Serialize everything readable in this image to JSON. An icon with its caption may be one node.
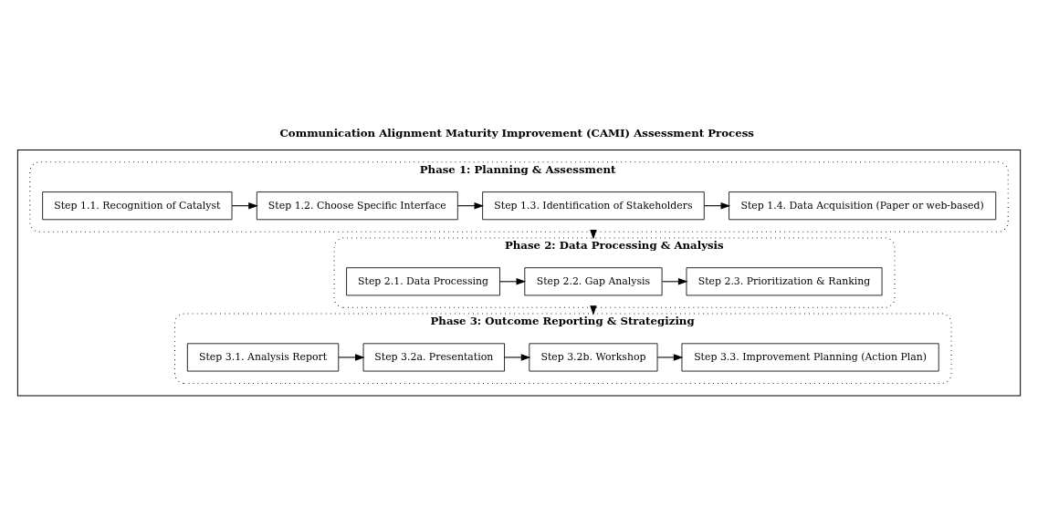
{
  "diagram": {
    "title": "Communication Alignment Maturity Improvement (CAMI) Assessment Process",
    "nodes": [
      {
        "text": [],
        "shape": "box"
      },
      {
        "text": [
          "Phase 1: Planning & Assessment"
        ],
        "in": 0
      },
      {
        "text": [
          "Step 1.1. Recognition of Catalyst"
        ],
        "in": 1
      },
      {
        "text": [
          "Step 1.2. Choose Specific Interface"
        ],
        "in": 1
      },
      {
        "text": [
          "Step 1.3. Identification of Stakeholders"
        ],
        "in": 1
      },
      {
        "text": [
          "Step 1.4. Data Acquisition (Paper or web-based)"
        ],
        "in": 1
      },
      {
        "text": [
          "Phase 2: Data Processing & Analysis"
        ],
        "in": 0
      },
      {
        "text": [
          "Step 2.1. Data Processing"
        ],
        "in": 6
      },
      {
        "text": [
          "Step 2.2. Gap Analysis"
        ],
        "in": 6
      },
      {
        "text": [
          "Step 2.3. Prioritization & Ranking"
        ],
        "in": 6
      },
      {
        "text": [
          "Phase 3: Outcome Reporting & Strategizing"
        ],
        "in": 0
      },
      {
        "text": [
          "Step 3.1. Analysis Report"
        ],
        "in": 10
      },
      {
        "text": [
          "Step 3.2a. Presentation"
        ],
        "in": 10
      },
      {
        "text": [
          "Step 3.2b. Workshop"
        ],
        "in": 10
      },
      {
        "text": [
          "Step 3.3. Improvement Planning (Action Plan)"
        ],
        "in": 10
      }
    ],
    "edges": [
      {
        "from": 2,
        "to": 3,
        "arrow": "to"
      },
      {
        "from": 3,
        "to": 4,
        "arrow": "to"
      },
      {
        "from": 4,
        "to": 5,
        "arrow": "to"
      },
      {
        "from": 1,
        "to": 6,
        "arrow": "to"
      },
      {
        "from": 7,
        "to": 8,
        "arrow": "to"
      },
      {
        "from": 8,
        "to": 9,
        "arrow": "to"
      },
      {
        "from": 6,
        "to": 10,
        "arrow": "to"
      },
      {
        "from": 11,
        "to": 12,
        "arrow": "to"
      },
      {
        "from": 12,
        "to": 13,
        "arrow": "to"
      },
      {
        "from": 13,
        "to": 14,
        "arrow": "to"
      }
    ]
  }
}
